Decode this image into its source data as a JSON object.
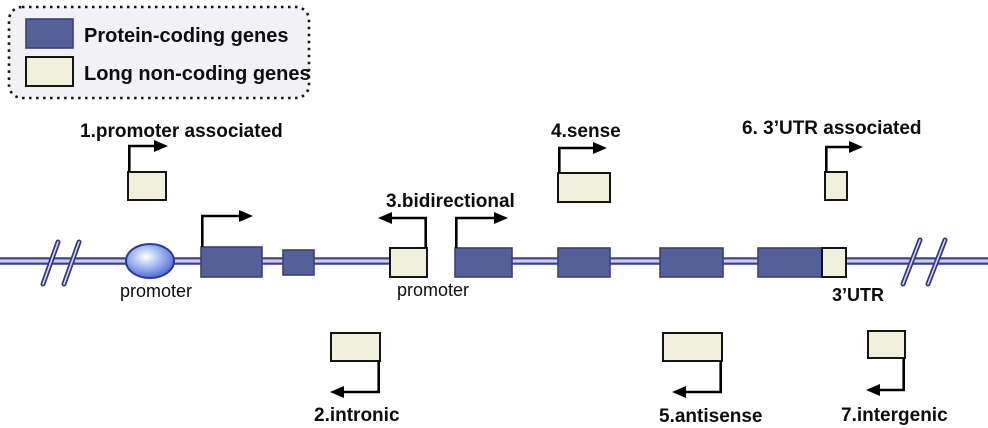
{
  "figure": {
    "description": "Classification of long non-coding genes relative to protein-coding genes"
  },
  "legend": {
    "items": [
      {
        "key": "protein-coding",
        "label": "Protein-coding genes",
        "color": "#556099"
      },
      {
        "key": "long-non-coding",
        "label": "Long non-coding genes",
        "color": "#f0f0dc"
      }
    ]
  },
  "labels": {
    "promoter_associated": "1.promoter associated",
    "intronic": "2.intronic",
    "bidirectional": "3.bidirectional",
    "sense": "4.sense",
    "antisense": "5.antisense",
    "utr3_associated": "6. 3’UTR associated",
    "intergenic": "7.intergenic",
    "promoter_left": "promoter",
    "promoter_mid": "promoter",
    "utr3": "3’UTR"
  },
  "colors": {
    "protein_coding": "#556099",
    "long_non_coding": "#f0f0dc",
    "line_dark": "#3c3f8e",
    "line_light": "#ccceE8",
    "legend_bg": "#f2f2f6"
  }
}
